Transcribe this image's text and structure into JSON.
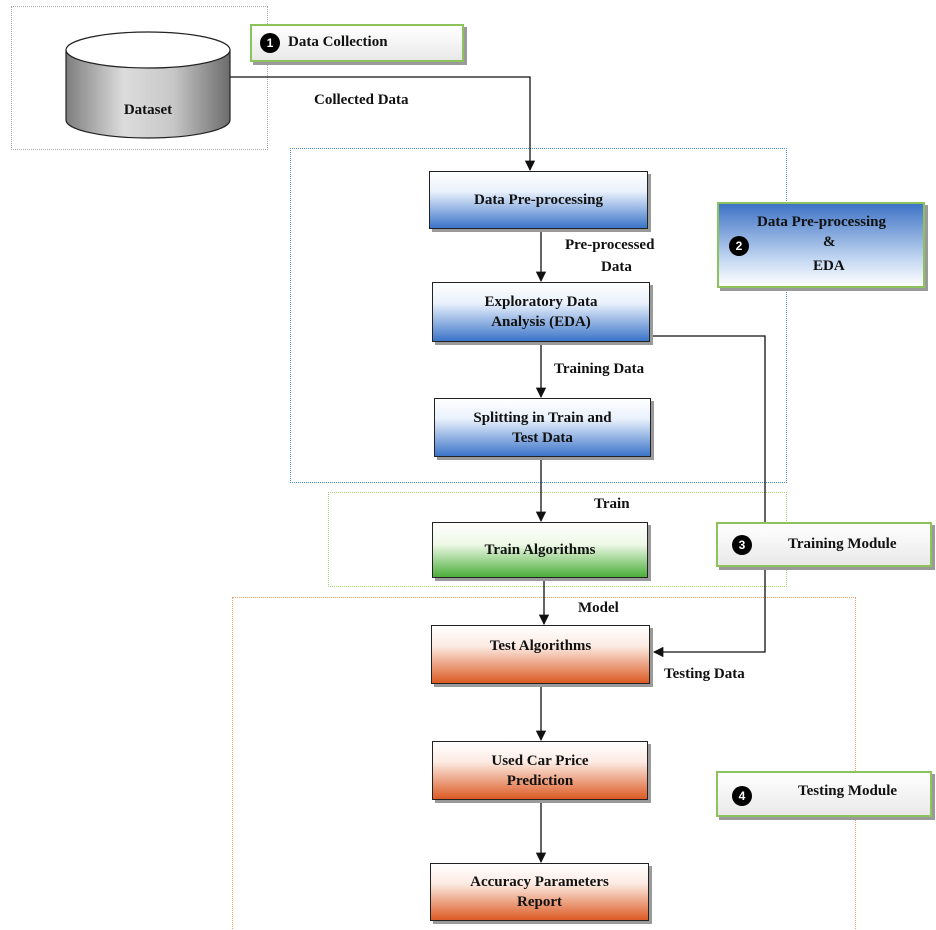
{
  "dataset": "Dataset",
  "tags": {
    "collection": {
      "num": "1",
      "label": "Data Collection"
    },
    "preprocessing": {
      "num": "2",
      "line1": "Data Pre-processing",
      "line2": "&",
      "line3": "EDA"
    },
    "training": {
      "num": "3",
      "label": "Training Module"
    },
    "testing": {
      "num": "4",
      "label": "Testing Module"
    }
  },
  "boxes": {
    "preprocess": "Data Pre-processing",
    "eda": [
      "Exploratory Data",
      "Analysis (EDA)"
    ],
    "split": [
      "Splitting in Train and",
      "Test Data"
    ],
    "train": "Train Algorithms",
    "test": "Test Algorithms",
    "predict": [
      "Used Car Price",
      "Prediction"
    ],
    "report": [
      "Accuracy Parameters",
      "Report"
    ]
  },
  "labels": {
    "collected": "Collected Data",
    "preprocessed": [
      "Pre-processed",
      "Data"
    ],
    "training_data": "Training Data",
    "train": "Train",
    "model": "Model",
    "testing_data": "Testing Data"
  }
}
